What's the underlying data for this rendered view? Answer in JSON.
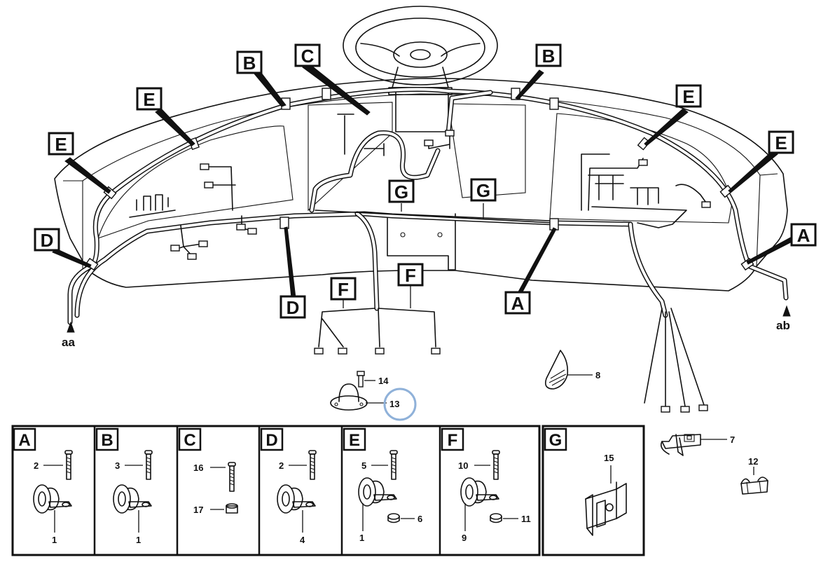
{
  "callouts": {
    "a1": "A",
    "a2": "A",
    "b1": "B",
    "b2": "B",
    "c1": "C",
    "d1": "D",
    "d2": "D",
    "e1": "E",
    "e2": "E",
    "e3": "E",
    "e4": "E",
    "f1": "F",
    "f2": "F",
    "g1": "G",
    "g2": "G"
  },
  "location_labels": {
    "left_end": "aa",
    "right_end": "ab"
  },
  "parts": {
    "tie_strap": "8",
    "stud": "14",
    "grommet": "13",
    "clip": "7",
    "connector": "12"
  },
  "panels": [
    {
      "letter": "A",
      "labels": [
        "2",
        "1"
      ]
    },
    {
      "letter": "B",
      "labels": [
        "3",
        "1"
      ]
    },
    {
      "letter": "C",
      "labels": [
        "16",
        "17"
      ]
    },
    {
      "letter": "D",
      "labels": [
        "2",
        "4"
      ]
    },
    {
      "letter": "E",
      "labels": [
        "5",
        "6",
        "1"
      ]
    },
    {
      "letter": "F",
      "labels": [
        "10",
        "11",
        "9"
      ]
    },
    {
      "letter": "G",
      "labels": [
        "15"
      ]
    }
  ],
  "highlight": {
    "color": "#8fb1d9",
    "target": "13"
  }
}
